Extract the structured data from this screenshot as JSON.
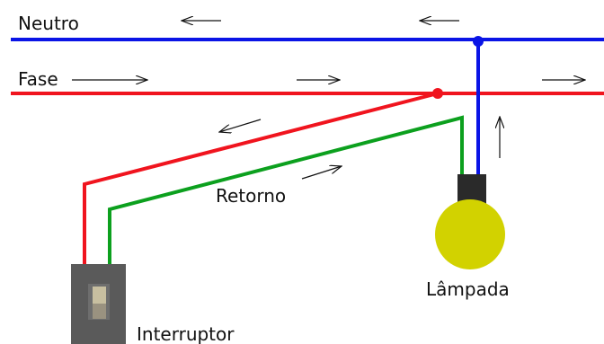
{
  "labels": {
    "neutral": "Neutro",
    "phase": "Fase",
    "return": "Retorno",
    "lamp": "Lâmpada",
    "switch": "Interruptor"
  },
  "colors": {
    "neutral_wire": "#0a14e6",
    "phase_wire": "#f0141e",
    "return_wire": "#0ca01e",
    "lamp_bulb": "#d2d200",
    "lamp_socket": "#2a2a2a",
    "switch_body": "#5a5a5a",
    "switch_toggle": "#c8bfa0"
  }
}
